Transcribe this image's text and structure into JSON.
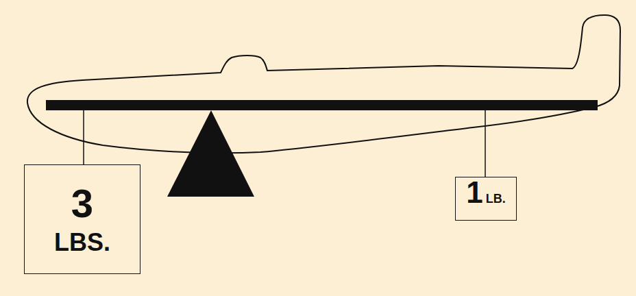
{
  "diagram": {
    "nodes": [
      {
        "text": [
          "3",
          "LBS."
        ]
      },
      {
        "text": [
          "1",
          "LB."
        ]
      }
    ]
  }
}
